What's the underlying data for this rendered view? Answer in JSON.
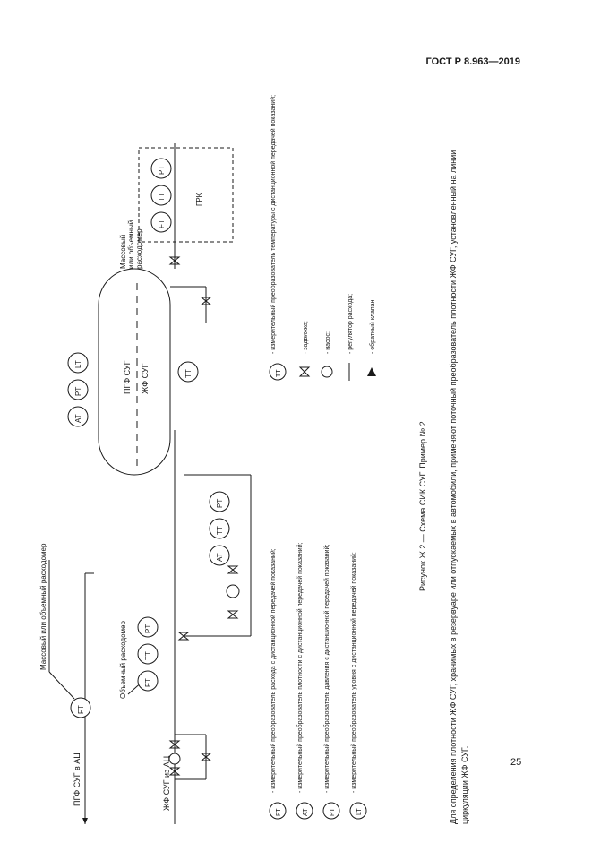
{
  "header": {
    "standard": "ГОСТ Р 8.963—2019"
  },
  "footer": {
    "page_number": "25"
  },
  "diagram": {
    "labels": {
      "pgf_to_ac": "ПГФ СУГ в АЦ",
      "zhf_from_ac": "ЖФ СУГ из АЦ",
      "mass_or_volume_meter": "Массовый или объемный расходомер",
      "volume_meter": "Объемный расходомер",
      "mass_or_volume_meter_box_1": "Массовый",
      "mass_or_volume_meter_box_2": "или объемный",
      "mass_or_volume_meter_box_3": "расходомер",
      "tank_pgf": "ПГФ СУГ",
      "tank_zhf": "ЖФ СУГ",
      "grk": "ГРК"
    },
    "instruments": {
      "ft": "FT",
      "tt": "TT",
      "pt": "PT",
      "at": "AT",
      "lt": "LT"
    }
  },
  "legend": {
    "ft": "- измерительный преобразователь расхода с дистанционной передачей показаний;",
    "at": "- измерительный преобразователь плотности с дистанционной передачей показаний;",
    "pt": "- измерительный преобразователь давления с дистанционной передачей показаний;",
    "lt": "- измерительный преобразователь уровня с дистанционной передачей показаний;",
    "tt": "- измерительный преобразователь температуры с дистанционной передачей показаний;",
    "valve": "- задвижка;",
    "pump": "- насос;",
    "regulator": "- регулятор расхода;",
    "check_valve": "- обратный клапан"
  },
  "caption": "Рисунок Ж.2 — Схема СИК СУГ. Пример № 2",
  "note": "Для определения плотности ЖФ СУГ, хранимых в резервуаре или отпускаемых в автомобили, применяют поточный преобразователь плотности ЖФ СУГ, установленный на линии циркуляции ЖФ СУГ."
}
